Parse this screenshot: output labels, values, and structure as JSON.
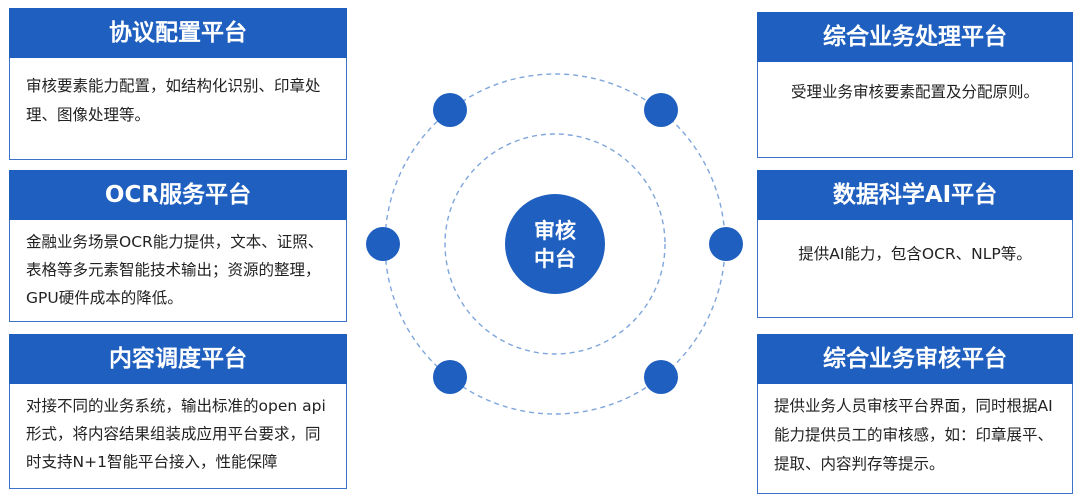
{
  "center": {
    "line1": "审核",
    "line2": "中台"
  },
  "cards": {
    "protocol": {
      "title": "协议配置平台",
      "desc": "审核要素能力配置，如结构化识别、印章处理、图像处理等。"
    },
    "ocr": {
      "title": "OCR服务平台",
      "desc": "金融业务场景OCR能力提供，文本、证照、表格等多元素智能技术输出；资源的整理，GPU硬件成本的降低。"
    },
    "content": {
      "title": "内容调度平台",
      "desc": "对接不同的业务系统，输出标准的open api形式，将内容结果组装成应用平台要求，同时支持N+1智能平台接入，性能保障"
    },
    "bizproc": {
      "title": "综合业务处理平台",
      "desc": "受理业务审核要素配置及分配原则。"
    },
    "datasci": {
      "title": "数据科学AI平台",
      "desc": "提供AI能力，包含OCR、NLP等。"
    },
    "bizaudit": {
      "title": "综合业务审核平台",
      "desc": "提供业务人员审核平台界面，同时根据AI能力提供员工的审核感，如：印章展平、提取、内容判存等提示。"
    }
  },
  "colors": {
    "primary": "#1f5fbf",
    "border": "#3c72c8",
    "ring": "#7fa6dc"
  }
}
